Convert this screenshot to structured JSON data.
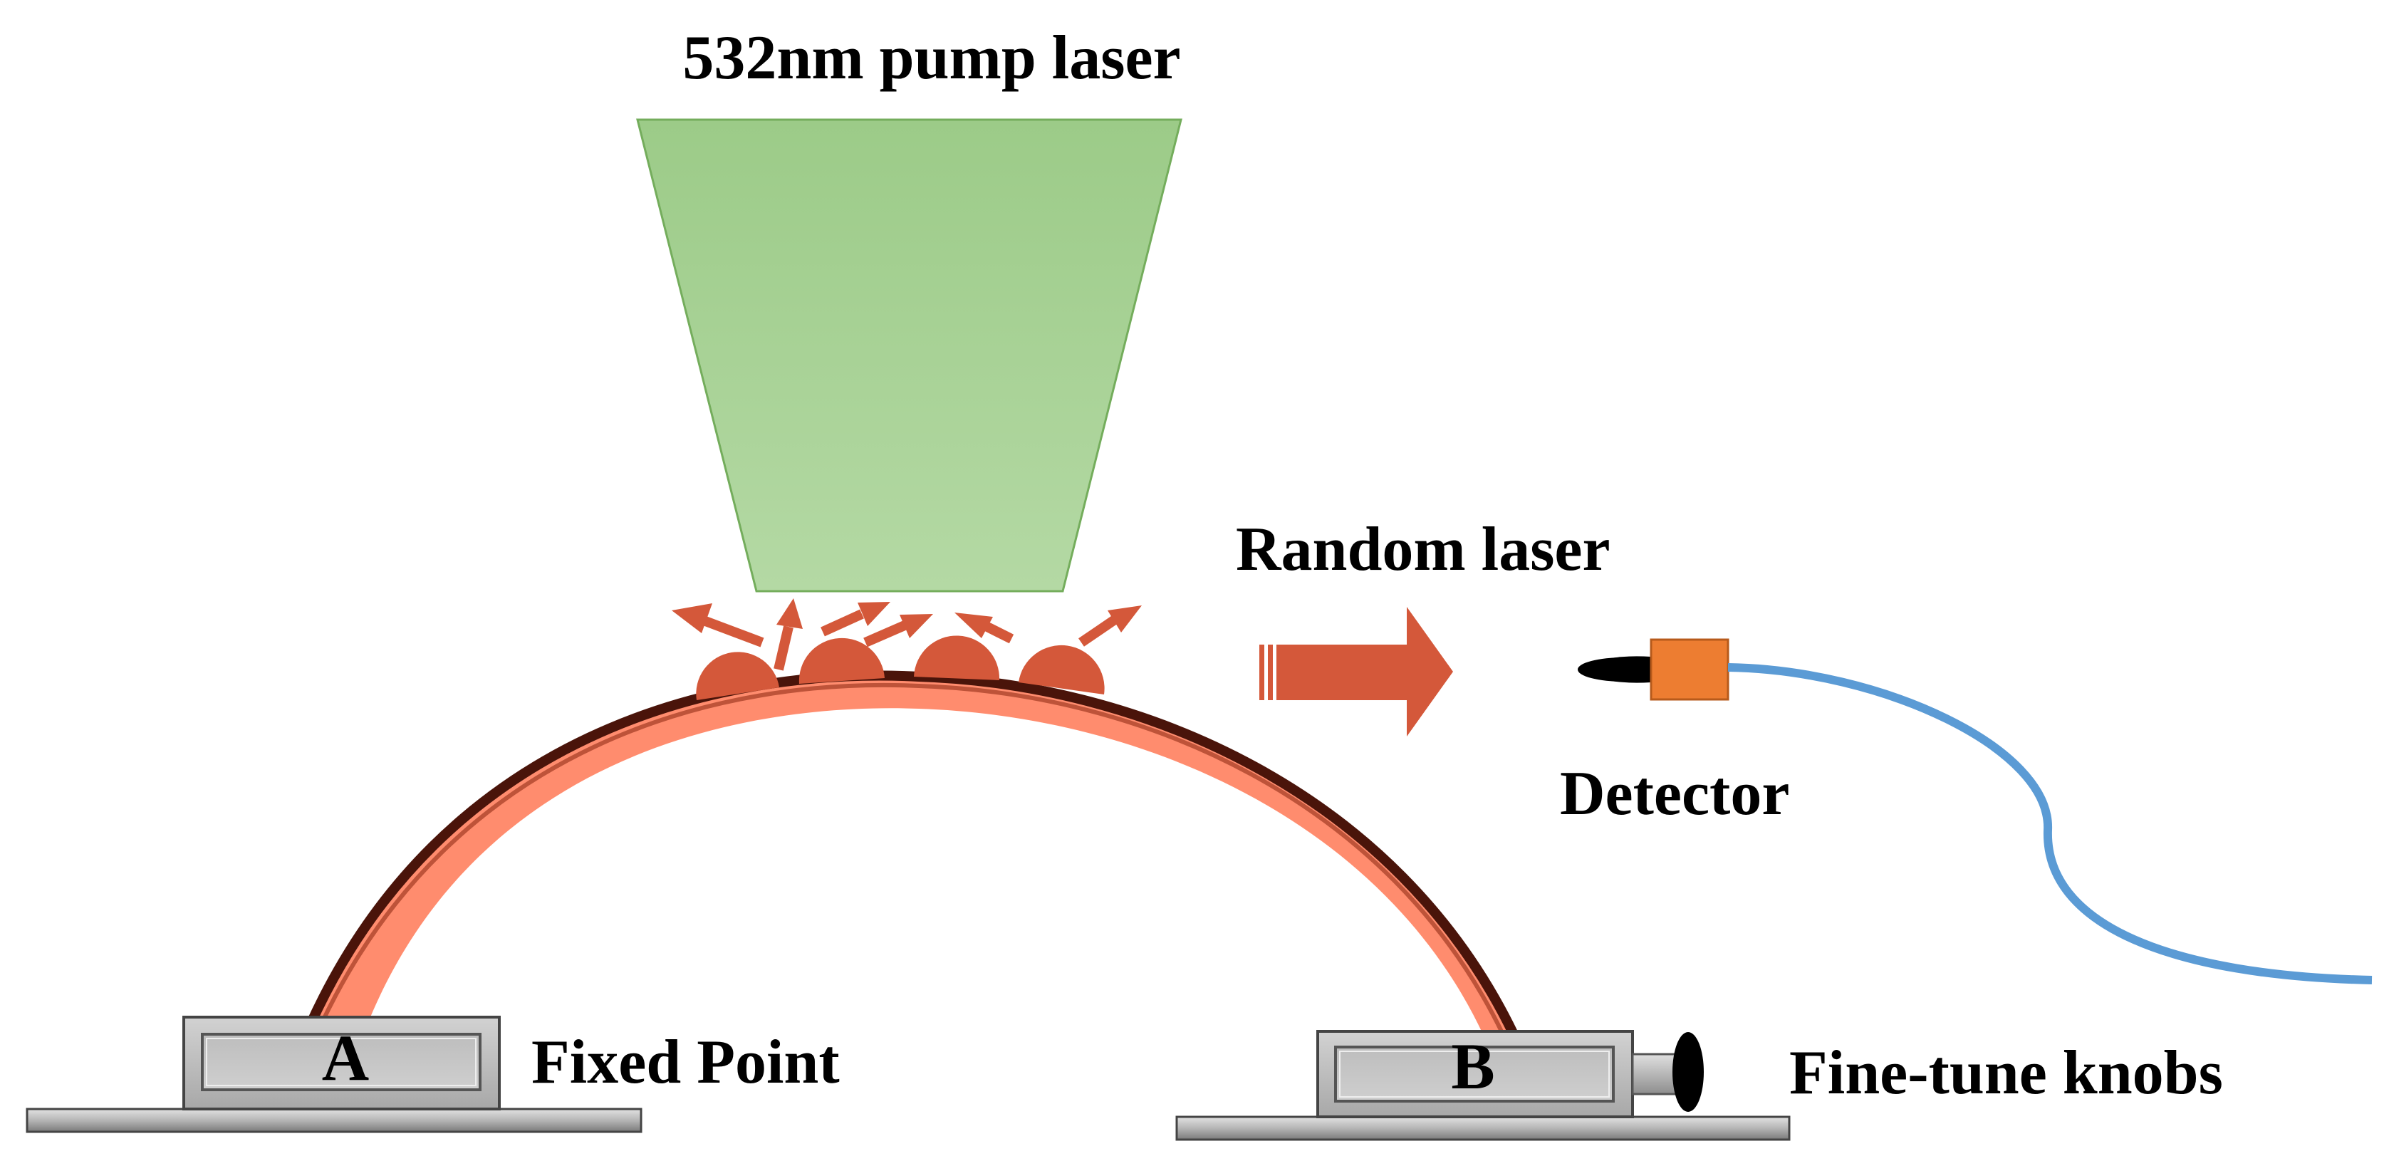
{
  "labels": {
    "pump_laser": "532nm pump laser",
    "random_laser": "Random laser",
    "detector": "Detector",
    "fixed_point": "Fixed Point",
    "fine_tune": "Fine-tune knobs",
    "mount_a": "A",
    "mount_b": "B"
  },
  "colors": {
    "pump_beam_top": "#9ccb88",
    "pump_beam_bottom": "#b4d9a4",
    "pump_beam_edge": "#74ad5c",
    "fiber_fill": "#ff8c6e",
    "fiber_shadow": "#4a140a",
    "emission": "#d4583a",
    "detector_body": "#ed7d31",
    "detector_tip": "#000000",
    "cable": "#5b9bd5",
    "mount": "#bdbdbd",
    "mount_dark": "#6e6e6e"
  },
  "icons": {
    "arrow": "right-arrow",
    "knob": "knob-icon",
    "detector": "detector-icon"
  }
}
